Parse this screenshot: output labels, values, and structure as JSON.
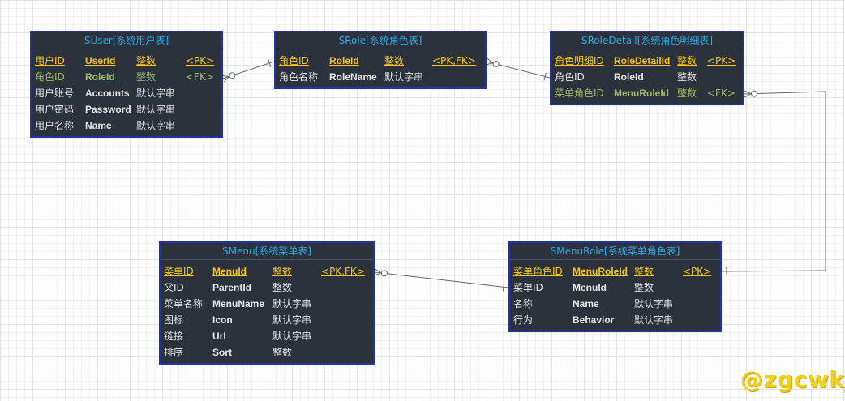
{
  "entities": [
    {
      "id": "suser",
      "title": "SUser[系统用户表]",
      "rows": [
        {
          "label": "用户ID",
          "field": "UserId",
          "type": "整数",
          "key": "<PK>",
          "kind": "pk"
        },
        {
          "label": "角色ID",
          "field": "RoleId",
          "type": "整数",
          "key": "<FK>",
          "kind": "fk"
        },
        {
          "label": "用户账号",
          "field": "Accounts",
          "type": "默认字串",
          "key": "",
          "kind": "normal"
        },
        {
          "label": "用户密码",
          "field": "Password",
          "type": "默认字串",
          "key": "",
          "kind": "normal"
        },
        {
          "label": "用户名称",
          "field": "Name",
          "type": "默认字串",
          "key": "",
          "kind": "normal"
        }
      ]
    },
    {
      "id": "srole",
      "title": "SRole[系统角色表]",
      "rows": [
        {
          "label": "角色ID",
          "field": "RoleId",
          "type": "整数",
          "key": "<PK,FK>",
          "kind": "pk"
        },
        {
          "label": "角色名称",
          "field": "RoleName",
          "type": "默认字串",
          "key": "",
          "kind": "normal"
        }
      ]
    },
    {
      "id": "sroledetail",
      "title": "SRoleDetail[系统角色明细表]",
      "rows": [
        {
          "label": "角色明细ID",
          "field": "RoleDetailId",
          "type": "整数",
          "key": "<PK>",
          "kind": "pk"
        },
        {
          "label": "角色ID",
          "field": "RoleId",
          "type": "整数",
          "key": "",
          "kind": "normal"
        },
        {
          "label": "菜单角色ID",
          "field": "MenuRoleId",
          "type": "整数",
          "key": "<FK>",
          "kind": "fk"
        }
      ]
    },
    {
      "id": "smenu",
      "title": "SMenu[系统菜单表]",
      "rows": [
        {
          "label": "菜单ID",
          "field": "MenuId",
          "type": "整数",
          "key": "<PK,FK>",
          "kind": "pk"
        },
        {
          "label": "父ID",
          "field": "ParentId",
          "type": "整数",
          "key": "",
          "kind": "normal"
        },
        {
          "label": "菜单名称",
          "field": "MenuName",
          "type": "默认字串",
          "key": "",
          "kind": "normal"
        },
        {
          "label": "图标",
          "field": "Icon",
          "type": "默认字串",
          "key": "",
          "kind": "normal"
        },
        {
          "label": "链接",
          "field": "Url",
          "type": "默认字串",
          "key": "",
          "kind": "normal"
        },
        {
          "label": "排序",
          "field": "Sort",
          "type": "整数",
          "key": "",
          "kind": "normal"
        }
      ]
    },
    {
      "id": "smenurole",
      "title": "SMenuRole[系统菜单角色表]",
      "rows": [
        {
          "label": "菜单角色ID",
          "field": "MenuRoleId",
          "type": "整数",
          "key": "<PK>",
          "kind": "pk"
        },
        {
          "label": "菜单ID",
          "field": "MenuId",
          "type": "整数",
          "key": "",
          "kind": "normal"
        },
        {
          "label": "名称",
          "field": "Name",
          "type": "默认字串",
          "key": "",
          "kind": "normal"
        },
        {
          "label": "行为",
          "field": "Behavior",
          "type": "默认字串",
          "key": "",
          "kind": "normal"
        }
      ]
    }
  ],
  "relationships": [
    {
      "from": "suser",
      "to": "srole"
    },
    {
      "from": "srole",
      "to": "sroledetail"
    },
    {
      "from": "sroledetail",
      "to": "smenurole"
    },
    {
      "from": "smenu",
      "to": "smenurole"
    }
  ],
  "watermark": "@zgcwkj",
  "colors": {
    "entity_bg": "#2c323c",
    "entity_border": "#2233aa",
    "title": "#29a9e6",
    "pk": "#f5c518",
    "fk": "#9cb86a",
    "text": "#e6e6e6",
    "connector": "#666666"
  }
}
